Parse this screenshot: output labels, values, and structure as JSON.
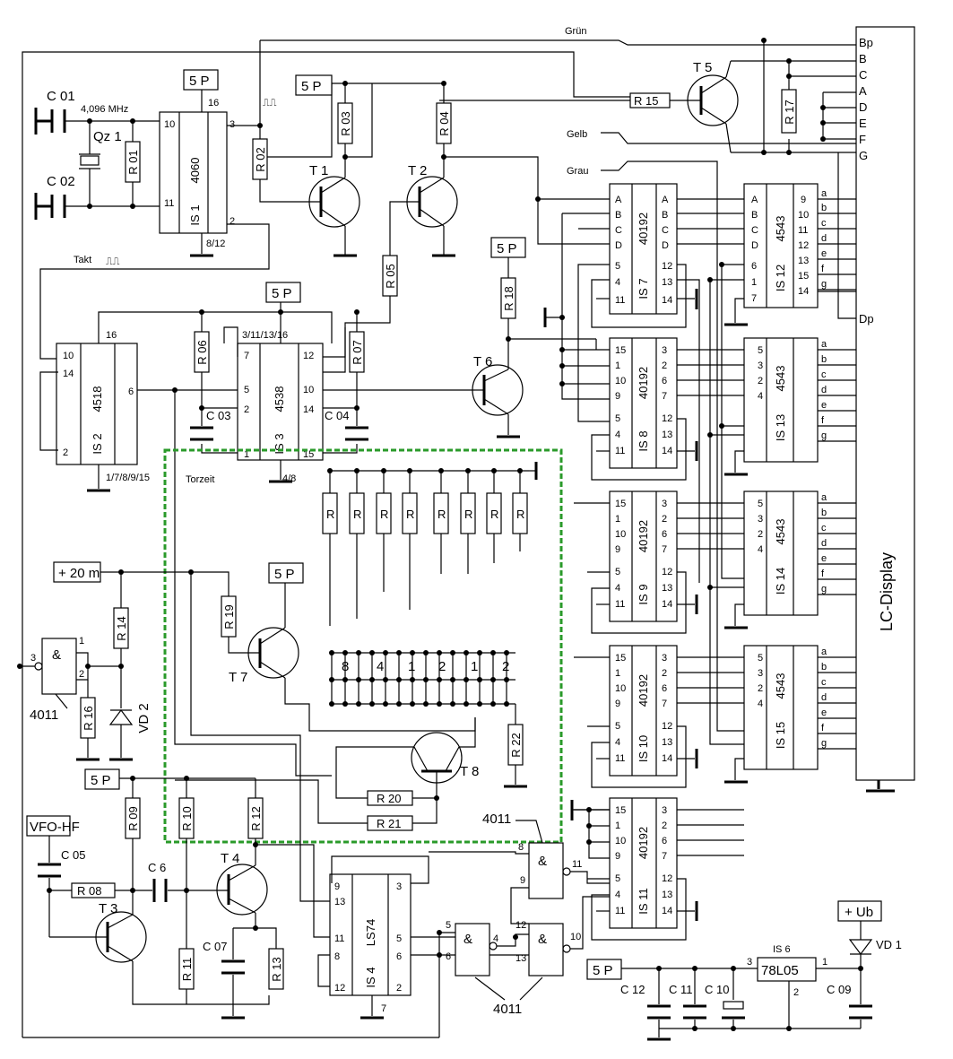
{
  "signals": {
    "gruen": "Grün",
    "gelb": "Gelb",
    "grau": "Grau",
    "takt": "Takt",
    "torzeit": "Torzeit",
    "plus20m": "+ 20 m",
    "vfo_hf": "VFO-HF",
    "plus_ub": "+ Ub",
    "five_p": "5 P",
    "freq": "4,096 MHz"
  },
  "display": {
    "label": "LC-Display",
    "pins_top": [
      "Bp",
      "B",
      "C",
      "A",
      "D",
      "E",
      "F",
      "G"
    ],
    "dp": "Dp",
    "seg": [
      "a",
      "b",
      "c",
      "d",
      "e",
      "f",
      "g"
    ]
  },
  "ics": {
    "is1": {
      "name": "IS 1",
      "type": "4060",
      "pins": [
        "10",
        "11",
        "3",
        "2",
        "16",
        "8/12"
      ]
    },
    "is2": {
      "name": "IS 2",
      "type": "4518",
      "pins": [
        "10",
        "14",
        "2",
        "6",
        "16",
        "1/7/8/9/15"
      ]
    },
    "is3": {
      "name": "IS 3",
      "type": "4538",
      "pins": [
        "7",
        "5",
        "2",
        "1",
        "12",
        "10",
        "14",
        "15",
        "3/11/13/16",
        "4/8"
      ]
    },
    "is4": {
      "name": "IS 4",
      "type": "LS74",
      "pins": [
        "13",
        "11",
        "8",
        "12",
        "3",
        "5",
        "6",
        "2",
        "9",
        "7"
      ]
    },
    "is6": {
      "name": "IS 6",
      "type": "78L05",
      "pins": [
        "3",
        "1",
        "2"
      ]
    },
    "is7": {
      "name": "IS 7",
      "type": "40192"
    },
    "is8": {
      "name": "IS 8",
      "type": "40192"
    },
    "is9": {
      "name": "IS 9",
      "type": "40192"
    },
    "is10": {
      "name": "IS 10",
      "type": "40192"
    },
    "is11": {
      "name": "IS 11",
      "type": "40192"
    },
    "is12": {
      "name": "IS 12",
      "type": "4543"
    },
    "is13": {
      "name": "IS 13",
      "type": "4543"
    },
    "is14": {
      "name": "IS 14",
      "type": "4543"
    },
    "is15": {
      "name": "IS 15",
      "type": "4543"
    },
    "c40192_left": [
      "15",
      "1",
      "10",
      "9"
    ],
    "c40192_right": [
      "3",
      "2",
      "6",
      "7"
    ],
    "c40192_lower_left": [
      "5",
      "4",
      "11"
    ],
    "c40192_lower_right": [
      "12",
      "13",
      "14"
    ],
    "c4543_left": [
      "5",
      "3",
      "2",
      "4"
    ],
    "is7_abcd": [
      "A",
      "B",
      "C",
      "D"
    ],
    "is12_left": [
      "A",
      "B",
      "C",
      "D",
      "6",
      "1",
      "7"
    ],
    "is12_right": [
      "9",
      "10",
      "11",
      "12",
      "13",
      "15",
      "14"
    ]
  },
  "gates": {
    "g_left": {
      "type": "&",
      "name": "4011",
      "pins": [
        "1",
        "2",
        "3"
      ]
    },
    "g_label": "4011",
    "g_top": {
      "type": "&",
      "pins": [
        "8",
        "9",
        "11"
      ]
    },
    "g_mid": {
      "type": "&",
      "pins": [
        "5",
        "6",
        "4"
      ]
    },
    "g_right": {
      "type": "&",
      "pins": [
        "12",
        "13",
        "10"
      ]
    }
  },
  "resistors": [
    "R 01",
    "R 02",
    "R 03",
    "R 04",
    "R 05",
    "R 06",
    "R 07",
    "R 08",
    "R 09",
    "R 10",
    "R 11",
    "R 12",
    "R 13",
    "R 14",
    "R 15",
    "R 16",
    "R 17",
    "R 18",
    "R 19",
    "R 20",
    "R 21",
    "R 22"
  ],
  "r_generic": "R",
  "capacitors": [
    "C 01",
    "C 02",
    "C 03",
    "C 04",
    "C 05",
    "C 6",
    "C 07",
    "C 09",
    "C 10",
    "C 11",
    "C 12"
  ],
  "transistors": [
    "T 1",
    "T 2",
    "T 3",
    "T 4",
    "T 5",
    "T 6",
    "T 7",
    "T 8"
  ],
  "misc": {
    "qz": "Qz 1",
    "vd1": "VD 1",
    "vd2": "VD 2"
  },
  "switch_values": [
    "8",
    "4",
    "1",
    "2",
    "1",
    "2"
  ]
}
